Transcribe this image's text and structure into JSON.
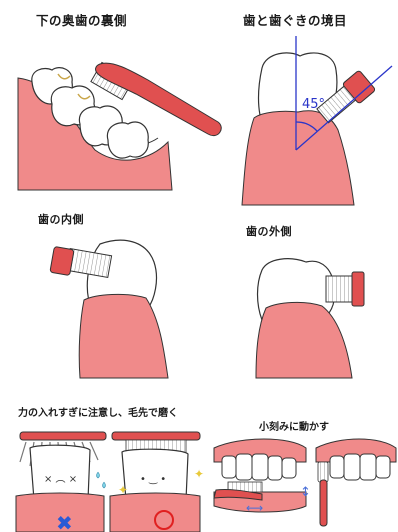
{
  "panels": {
    "lower_back": {
      "title": "下の奥歯の裏側"
    },
    "gumline": {
      "title": "歯と歯ぐきの境目",
      "angle_label": "45°"
    },
    "inner": {
      "title": "歯の内側"
    },
    "outer": {
      "title": "歯の外側"
    }
  },
  "tips": {
    "pressure": "力の入れすぎに注意し、毛先で磨く",
    "motion": "小刻みに動かす"
  },
  "colors": {
    "brush": "#e05050",
    "gum": "#f08a8a",
    "gum_light": "#f6a9a9",
    "tooth": "#ffffff",
    "outline": "#222222",
    "angle_lines": "#2a35c9",
    "wrong_mark": "#2a5ad6",
    "right_mark": "#e02020"
  },
  "marks": {
    "wrong": "cross-icon",
    "right": "circle-icon"
  }
}
